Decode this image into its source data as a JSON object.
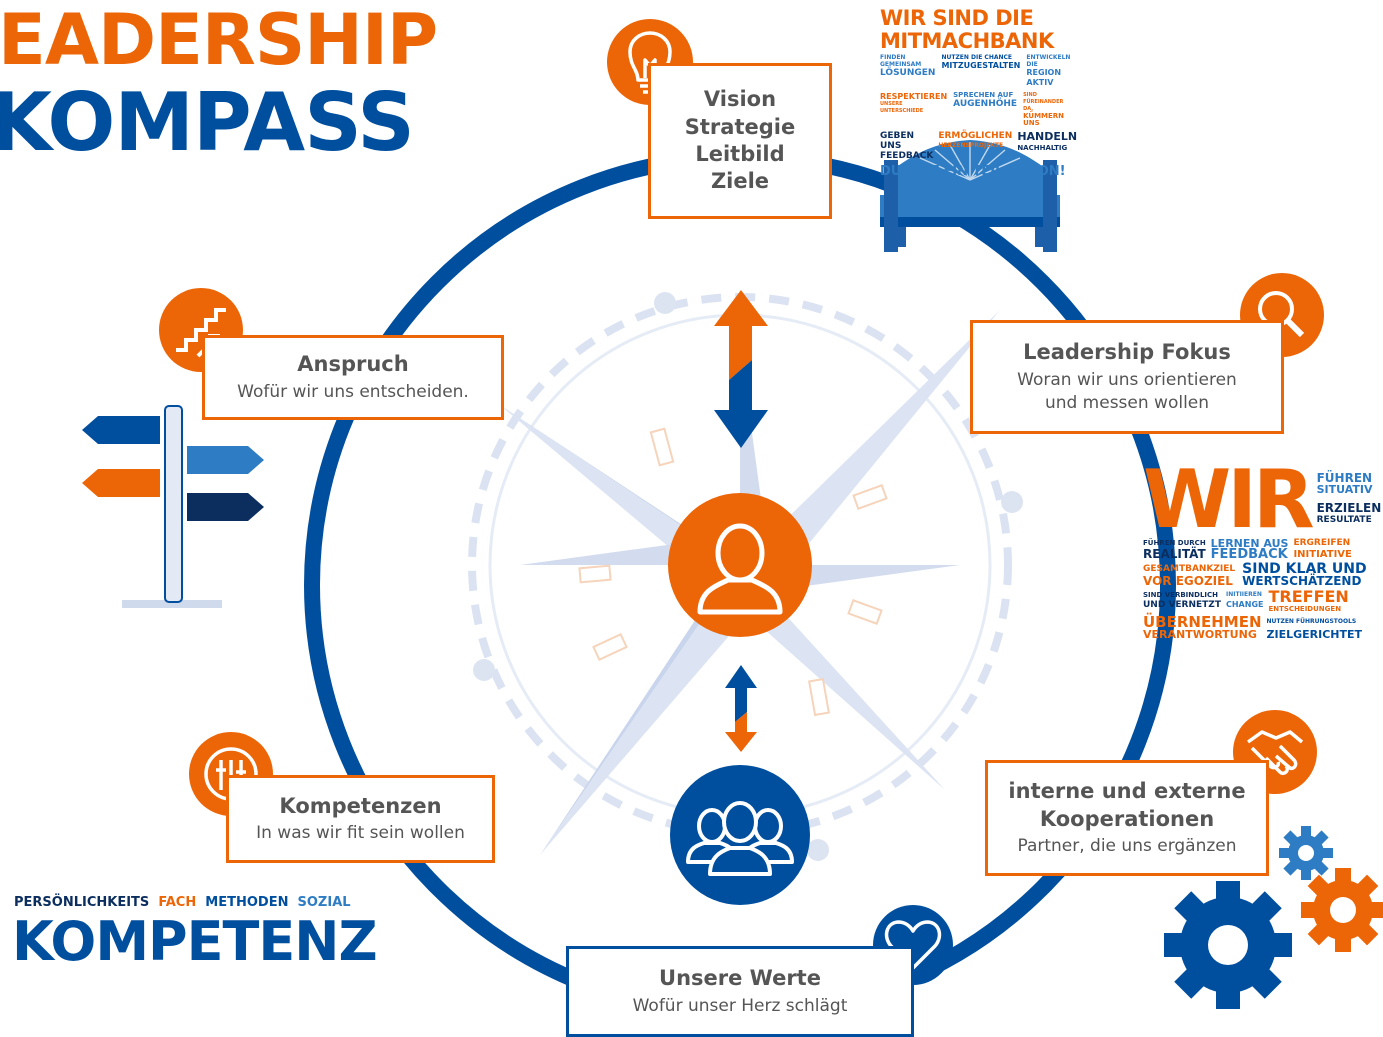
{
  "title": {
    "line1": "EADERSHIP",
    "line2": "KOMPASS"
  },
  "boxes": {
    "vision": {
      "lines": [
        "Vision",
        "Strategie",
        "Leitbild",
        "Ziele"
      ]
    },
    "anspruch": {
      "title": "Anspruch",
      "subtitle": "Wofür wir uns entscheiden."
    },
    "fokus": {
      "title": "Leadership Fokus",
      "subtitle1": "Woran wir uns orientieren",
      "subtitle2": "und messen wollen"
    },
    "kompetenzen": {
      "title": "Kompetenzen",
      "subtitle": "In was wir fit sein wollen"
    },
    "kooperationen": {
      "title1": "interne und externe",
      "title2": "Kooperationen",
      "subtitle": "Partner, die uns ergänzen"
    },
    "werte": {
      "title": "Unsere Werte",
      "subtitle": "Wofür unser Herz schlägt"
    }
  },
  "mitmachbank": {
    "head1": "WIR SIND DIE",
    "head2": "MITMACHBANK",
    "words": [
      "FINDEN GEMEINSAM",
      "NUTZEN DIE CHANCE",
      "ENTWICKELN DIE",
      "LÖSUNGEN",
      "MITZUGESTALTEN",
      "REGION AKTIV",
      "RESPEKTIEREN",
      "SPRECHEN AUF",
      "SIND FÜREINANDER DA,",
      "UNSERE UNTERSCHIEDE",
      "AUGENHÖHE",
      "KÜMMERN UNS",
      "GEBEN UNS",
      "ERMÖGLICHEN",
      "HANDELN",
      "FEEDBACK",
      "HERZENSPROJEKTE",
      "NACHHALTIG"
    ],
    "footer": "DU BIST EIN TEIL DAVON!"
  },
  "wir_cloud": {
    "big": "WIR",
    "words": [
      "FÜHREN",
      "SITUATIV",
      "ERZIELEN",
      "RESULTATE",
      "FÜHREN DURCH",
      "REALITÄT",
      "LERNEN AUS",
      "FEEDBACK",
      "ERGREIFEN",
      "INITIATIVE",
      "GESAMTBANKZIEL",
      "VOR EGOZIEL",
      "SIND KLAR UND",
      "WERTSCHÄTZEND",
      "SIND VERBINDLICH",
      "UND VERNETZT",
      "INITIIEREN",
      "CHANGE",
      "TREFFEN",
      "ENTSCHEIDUNGEN",
      "ÜBERNEHMEN",
      "NUTZEN FÜHRUNGSTOOLS",
      "VERANTWORTUNG",
      "ZIELGERICHTET"
    ]
  },
  "kompetenz": {
    "tags": [
      "PERSÖNLICHKEITS",
      "FACH",
      "METHODEN",
      "SOZIAL"
    ],
    "word": "KOMPETENZ"
  },
  "icons": [
    "lightbulb-icon",
    "stairs-icon",
    "magnifier-icon",
    "sliders-icon",
    "handshake-icon",
    "heart-icon",
    "person-icon",
    "group-icon",
    "signpost-icon",
    "bench-icon",
    "gears-icon",
    "compass-rose-icon"
  ],
  "colors": {
    "orange": "#ec6608",
    "blue": "#004f9f",
    "light_blue": "#2e7cc4",
    "navy": "#0b2e5f",
    "gray_text": "#555555"
  }
}
